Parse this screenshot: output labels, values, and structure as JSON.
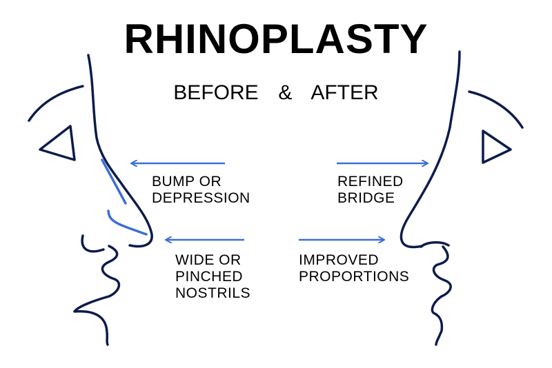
{
  "title": "RHINOPLASTY",
  "subtitle": "BEFORE  &  AFTER",
  "labels": {
    "bump": [
      "BUMP OR",
      "DEPRESSION"
    ],
    "nostrils": [
      "WIDE OR",
      "PINCHED",
      "NOSTRILS"
    ],
    "bridge": [
      "REFINED",
      "BRIDGE"
    ],
    "proportions": [
      "IMPROVED",
      "PROPORTIONS"
    ]
  },
  "colors": {
    "outline": "#0d1b4b",
    "highlight": "#3a6ed8",
    "text": "#000000"
  }
}
